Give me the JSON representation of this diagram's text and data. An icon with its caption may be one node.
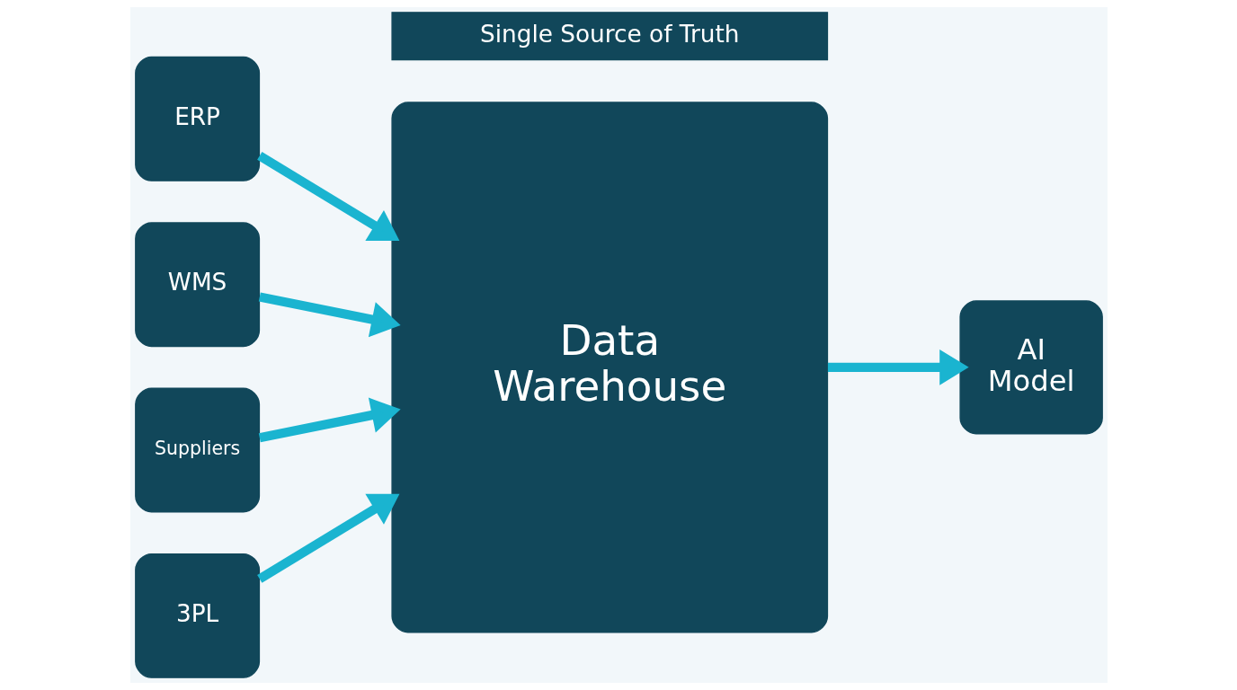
{
  "diagram": {
    "nodes": [
      {
        "text": [
          "ERP"
        ]
      },
      {
        "text": [
          "WMS"
        ]
      },
      {
        "text": [
          "Suppliers"
        ]
      },
      {
        "text": [
          "3PL"
        ]
      },
      {
        "text": [
          "Single Source of Truth"
        ]
      },
      {
        "text": [
          "Data Warehouse"
        ]
      },
      {
        "text": [
          "AI Model"
        ]
      }
    ],
    "edges": [
      {
        "from": 0,
        "to": 5,
        "arrow": "to"
      },
      {
        "from": 1,
        "to": 5,
        "arrow": "to"
      },
      {
        "from": 2,
        "to": 5,
        "arrow": "to"
      },
      {
        "from": 3,
        "to": 5,
        "arrow": "to"
      },
      {
        "from": 5,
        "to": 6,
        "arrow": "to"
      }
    ]
  }
}
